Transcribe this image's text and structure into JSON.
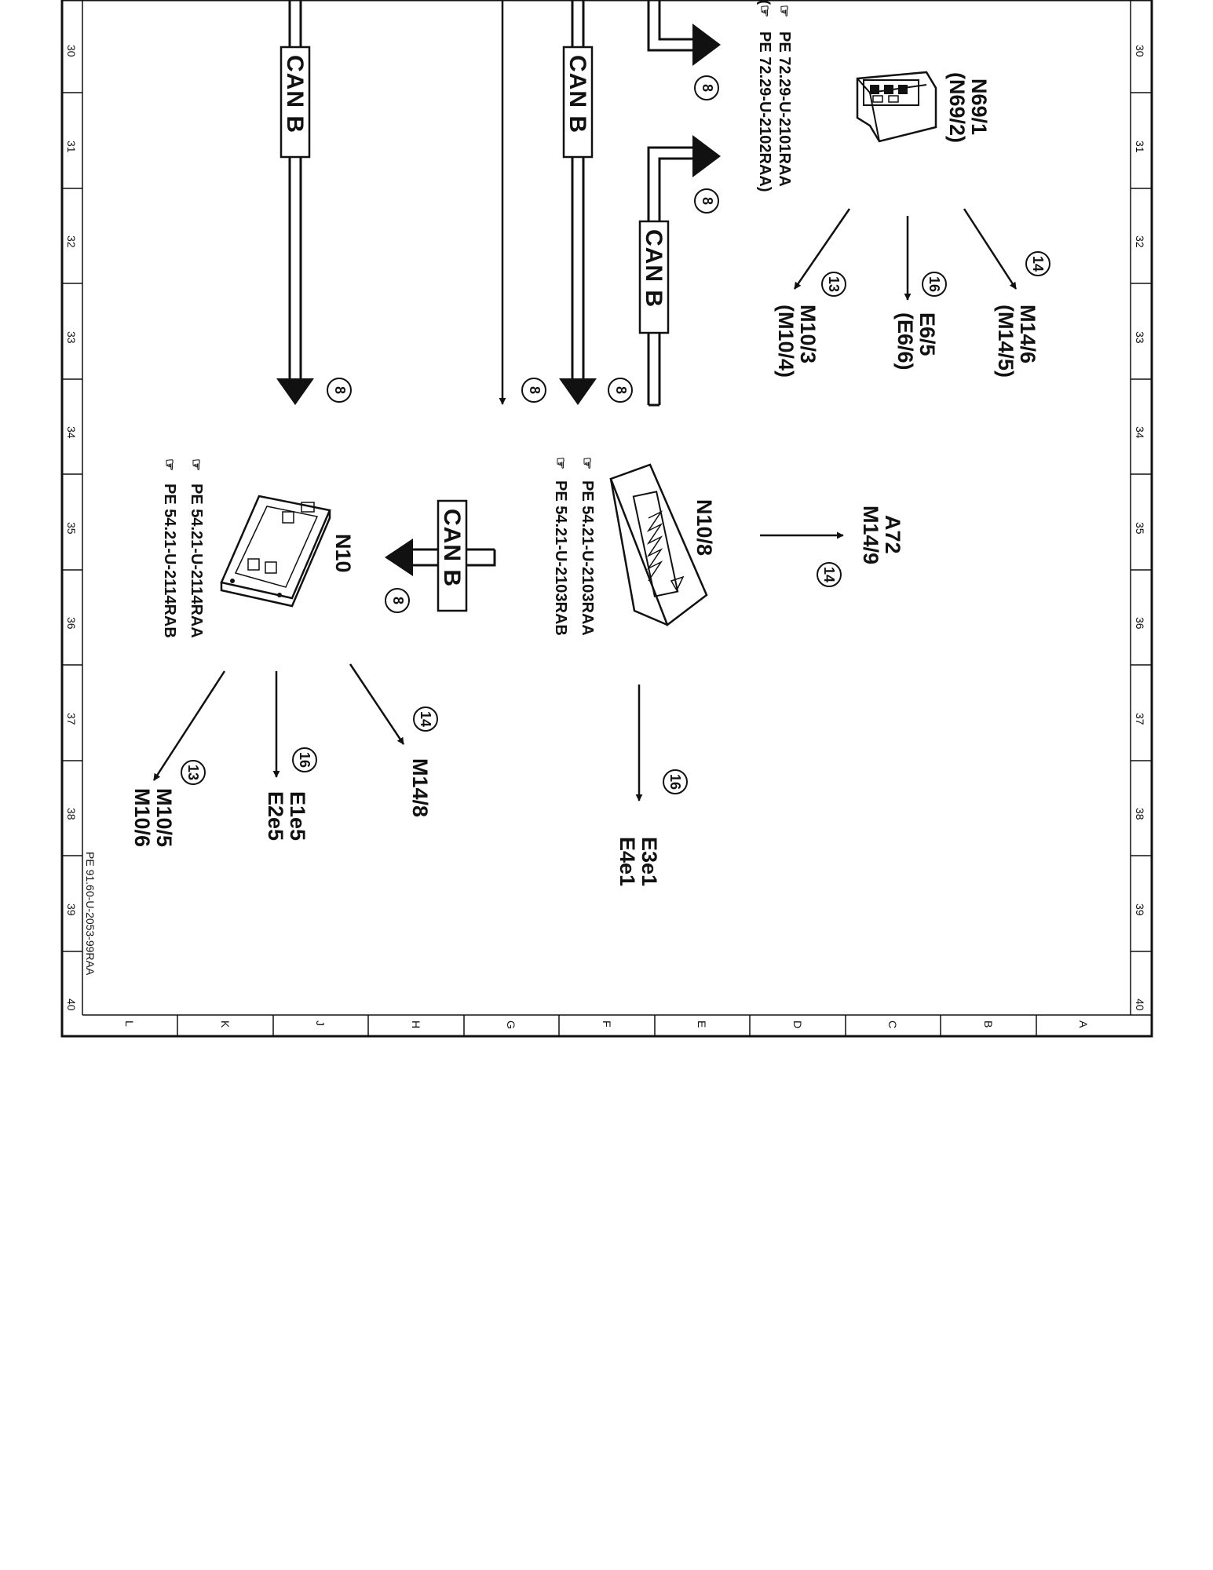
{
  "row_numbers": [
    "30",
    "31",
    "32",
    "33",
    "34",
    "35",
    "36",
    "37",
    "38",
    "39",
    "40"
  ],
  "column_letters": [
    "L",
    "K",
    "J",
    "H",
    "G",
    "F",
    "E",
    "D",
    "C",
    "B",
    "A"
  ],
  "drawing_code": "PE 91.60-U-2053-99RAA",
  "can_label": "CAN B",
  "components": {
    "n69_1": {
      "name": "N69/1",
      "alt": "(N69/2)"
    },
    "n10_8": {
      "name": "N10/8"
    },
    "n10": {
      "name": "N10"
    }
  },
  "references": {
    "ref_top_1": "PE 72.29-U-2101RAA",
    "ref_top_2": "PE 72.29-U-2102RAA)",
    "ref_n10_8_1": "PE 54.21-U-2103RAA",
    "ref_n10_8_2": "PE 54.21-U-2103RAB",
    "ref_n10_1": "PE 54.21-U-2114RAA",
    "ref_n10_2": "PE 54.21-U-2114RAB"
  },
  "targets": {
    "m14_6": [
      "M14/6",
      "(M14/5)"
    ],
    "e6_5": [
      "E6/5",
      "(E6/6)"
    ],
    "m10_3": [
      "M10/3",
      "(M10/4)"
    ],
    "a72": [
      "A72",
      "M14/9"
    ],
    "e3e1": [
      "E3e1",
      "E4e1"
    ],
    "m14_8": [
      "M14/8"
    ],
    "e1e5": [
      "E1e5",
      "E2e5"
    ],
    "m10_5": [
      "M10/5",
      "M10/6"
    ]
  },
  "circle_numbers": {
    "eight": "8",
    "thirteen": "13",
    "fourteen": "14",
    "sixteen": "16"
  }
}
